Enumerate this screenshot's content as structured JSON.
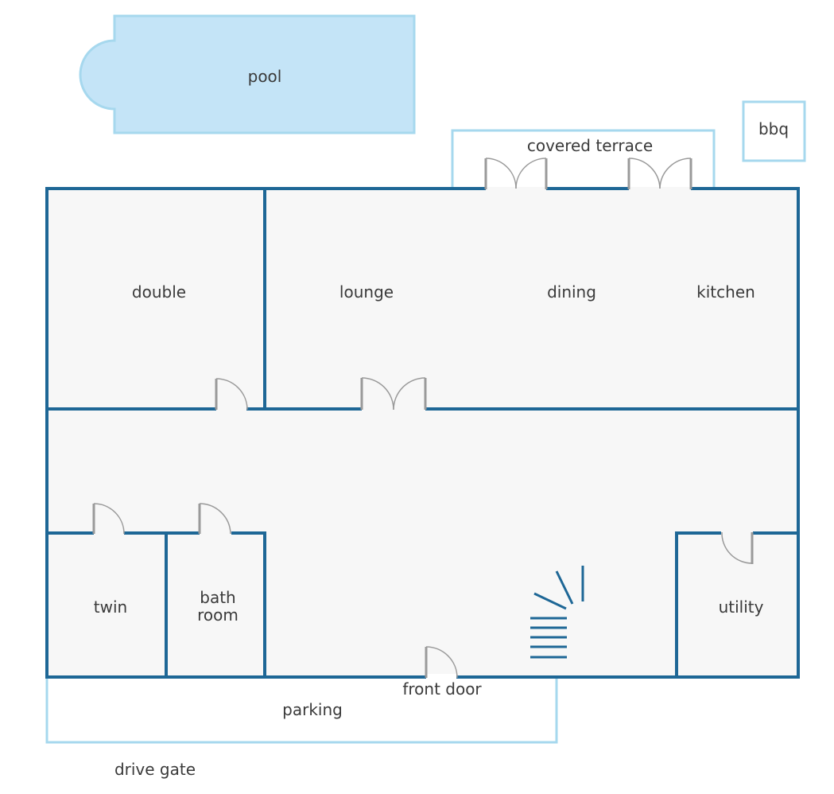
{
  "labels": {
    "pool": "pool",
    "bbq": "bbq",
    "covered_terrace": "covered terrace",
    "double": "double",
    "lounge": "lounge",
    "dining": "dining",
    "kitchen": "kitchen",
    "twin": "twin",
    "bathroom_line1": "bath",
    "bathroom_line2": "room",
    "utility": "utility",
    "front_door": "front door",
    "parking": "parking",
    "drive_gate": "drive gate"
  },
  "colors": {
    "wall": "#1e6796",
    "outline": "#a6d8ee",
    "pool_fill": "#c4e4f7",
    "floor": "#f7f7f7",
    "door": "#9a9a9a",
    "text": "#3a3a3a"
  }
}
